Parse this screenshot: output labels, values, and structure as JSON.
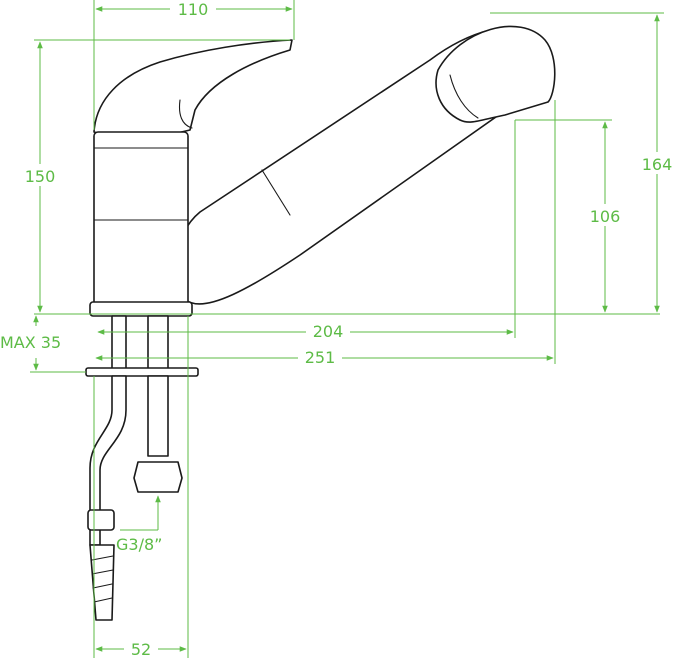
{
  "dimensions": {
    "width_top": "110",
    "height_body": "150",
    "height_total": "164",
    "height_spout": "106",
    "max_deck": "MAX 35",
    "reach_204": "204",
    "reach_251": "251",
    "thread": "G3/8”",
    "base_width": "52"
  },
  "colors": {
    "dimension": "#5dbb46",
    "outline": "#1a1a1a"
  }
}
